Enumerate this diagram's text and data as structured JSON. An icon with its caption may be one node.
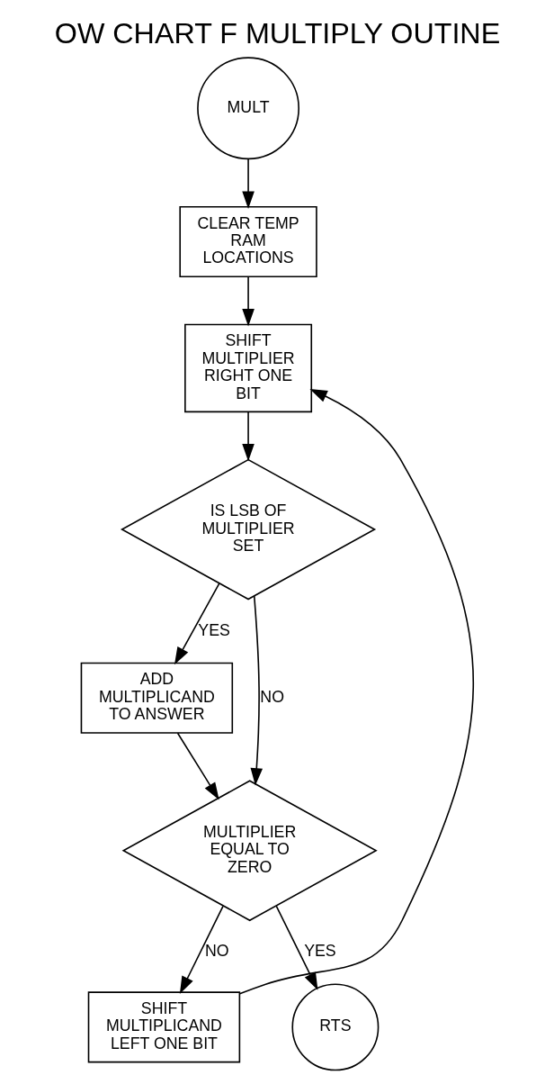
{
  "diagram": {
    "title": "OW CHART F MULTIPLY OUTINE",
    "nodes": [
      {
        "text": [
          "MULT"
        ]
      },
      {
        "text": [
          "CLEAR TEMP RAM LOCATIONS"
        ]
      },
      {
        "text": [
          "SHIFT MULTIPLIER RIGHT ONE BIT"
        ]
      },
      {
        "text": [
          "IS LSB OF MULTIPLIER SET"
        ]
      },
      {
        "text": [
          "ADD MULTIPLICAND TO ANSWER"
        ]
      },
      {
        "text": [
          "MULTIPLIER EQUAL TO ZERO"
        ]
      },
      {
        "text": [
          "SHIFT MULTIPLICAND LEFT ONE BIT"
        ]
      },
      {
        "text": [
          "RTS"
        ]
      }
    ],
    "edges": [
      {
        "from": 0,
        "to": 1,
        "arrow": "to"
      },
      {
        "from": 1,
        "to": 2,
        "arrow": "to"
      },
      {
        "from": 2,
        "to": 3,
        "arrow": "to"
      },
      {
        "from": 3,
        "to": 4,
        "arrow": "to",
        "label": "YES"
      },
      {
        "from": 3,
        "to": 5,
        "arrow": "to",
        "label": "NO"
      },
      {
        "from": 4,
        "to": 5,
        "arrow": "to"
      },
      {
        "from": 5,
        "to": 6,
        "arrow": "to",
        "label": "NO"
      },
      {
        "from": 6,
        "to": 2,
        "arrow": "to"
      },
      {
        "from": 5,
        "to": 7,
        "arrow": "to",
        "label": "YES"
      }
    ]
  }
}
